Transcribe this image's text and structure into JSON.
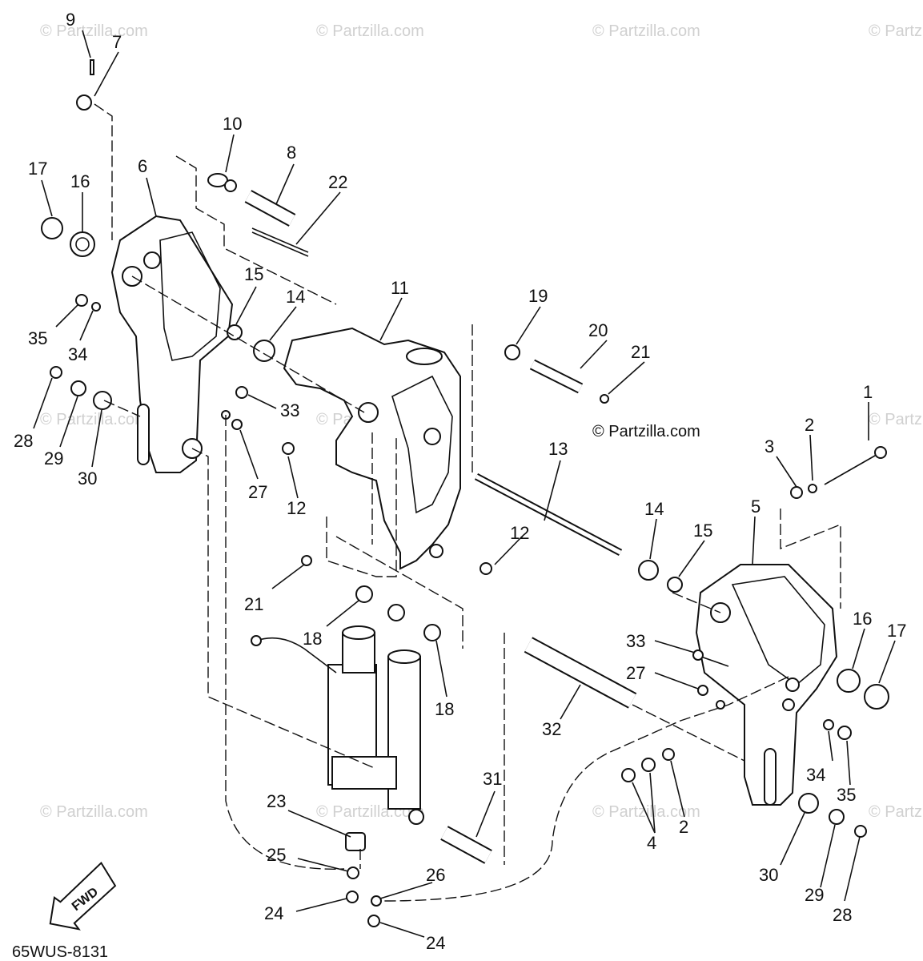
{
  "diagram": {
    "code": "65WUS-8131",
    "fwd_label": "FWD",
    "center_watermark": "© Partzilla.com",
    "watermark": "© Partzilla.com",
    "callouts": {
      "c9": "9",
      "c7": "7",
      "c10": "10",
      "c8": "8",
      "c22": "22",
      "c17a": "17",
      "c16a": "16",
      "c6": "6",
      "c15a": "15",
      "c14a": "14",
      "c11": "11",
      "c19": "19",
      "c20": "20",
      "c21a": "21",
      "c35a": "35",
      "c34a": "34",
      "c33a": "33",
      "c28a": "28",
      "c29a": "29",
      "c30a": "30",
      "c27a": "27",
      "c12a": "12",
      "c13": "13",
      "c1": "1",
      "c2a": "2",
      "c3": "3",
      "c14b": "14",
      "c15b": "15",
      "c12b": "12",
      "c5": "5",
      "c21b": "21",
      "c18a": "18",
      "c18b": "18",
      "c33b": "33",
      "c27b": "27",
      "c16b": "16",
      "c17b": "17",
      "c32": "32",
      "c34b": "34",
      "c35b": "35",
      "c23": "23",
      "c31": "31",
      "c4": "4",
      "c2b": "2",
      "c25": "25",
      "c26": "26",
      "c24a": "24",
      "c24b": "24",
      "c30b": "30",
      "c29b": "29",
      "c28b": "28"
    }
  }
}
